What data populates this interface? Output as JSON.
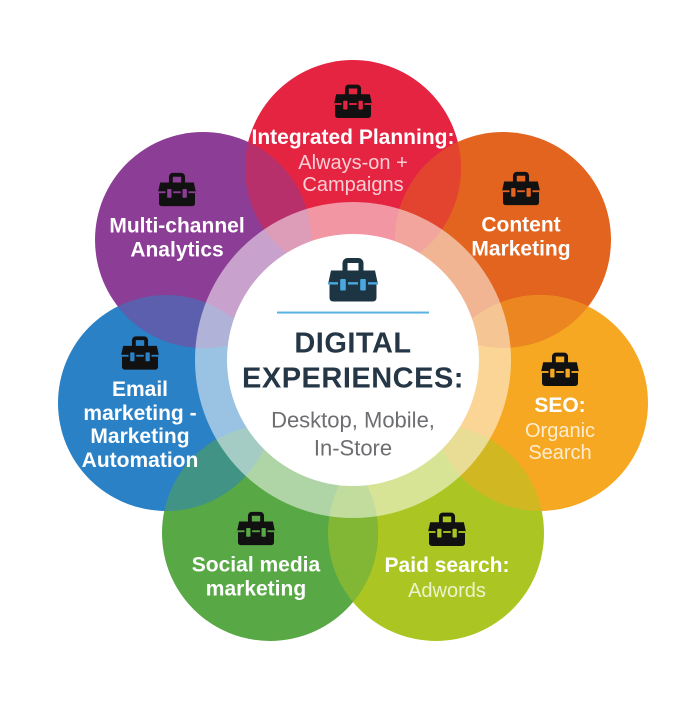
{
  "diagram": {
    "name": "digital-experiences-toolbox-diagram",
    "background_color": "#ffffff"
  },
  "center": {
    "icon": "toolbox-icon",
    "title": "DIGITAL\nEXPERIENCES:",
    "subtitle": "Desktop, Mobile,\nIn-Store",
    "title_color": "#253746",
    "subtitle_color": "#6d6e71",
    "icon_body_color": "#1d3443",
    "icon_accent_color": "#4aa8e0",
    "divider_color": "#5ab1e3"
  },
  "petals": [
    {
      "id": "integrated-planning",
      "label": "Integrated Planning:",
      "sublabel": "Always-on +\nCampaigns",
      "color": "#e52442",
      "icon": "toolbox-icon",
      "icon_body_color": "#111111"
    },
    {
      "id": "content-marketing",
      "label": "Content\nMarketing",
      "sublabel": "",
      "color": "#e2641f",
      "icon": "toolbox-icon",
      "icon_body_color": "#111111"
    },
    {
      "id": "seo-organic-search",
      "label": "SEO:",
      "sublabel": "Organic\nSearch",
      "color": "#f7a823",
      "icon": "toolbox-icon",
      "icon_body_color": "#111111"
    },
    {
      "id": "paid-search",
      "label": "Paid search:",
      "sublabel": "Adwords",
      "color": "#abc622",
      "icon": "toolbox-icon",
      "icon_body_color": "#111111"
    },
    {
      "id": "social-media-marketing",
      "label": "Social media\nmarketing",
      "sublabel": "",
      "color": "#58a846",
      "icon": "toolbox-icon",
      "icon_body_color": "#111111"
    },
    {
      "id": "email-marketing-automation",
      "label": "Email\nmarketing -\nMarketing\nAutomation",
      "sublabel": "",
      "color": "#2b81c5",
      "icon": "toolbox-icon",
      "icon_body_color": "#111111"
    },
    {
      "id": "multi-channel-analytics",
      "label": "Multi-channel\nAnalytics",
      "sublabel": "",
      "color": "#8c3d95",
      "icon": "toolbox-icon",
      "icon_body_color": "#111111"
    }
  ],
  "overlaps": {
    "multi_integrated": "#b8306b",
    "integrated_content": "#e34430",
    "content_seo": "#ec8621",
    "seo_paid": "#d1b722",
    "paid_social": "#81b734",
    "social_email": "#419485",
    "email_multi": "#5b5fad"
  }
}
